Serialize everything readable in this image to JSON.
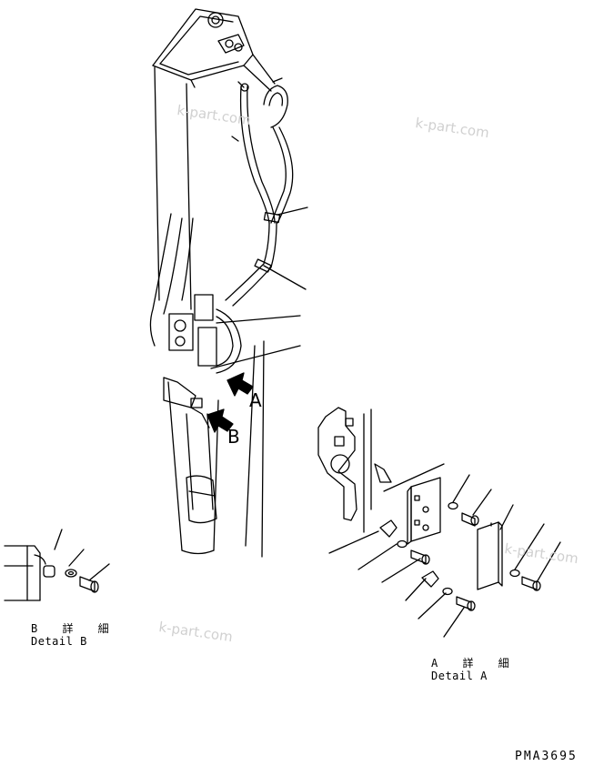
{
  "callouts": {
    "arrow_a": "A",
    "arrow_b": "B"
  },
  "detail_b": {
    "title_jp": "B 詳 細",
    "title_en": "Detail B"
  },
  "detail_a": {
    "title_jp": "A 詳 細",
    "title_en": "Detail A"
  },
  "drawing_code": "PMA3695",
  "watermark": "k-part.com",
  "colors": {
    "line": "#000000",
    "watermark": "#d0d0d0",
    "background": "#ffffff"
  }
}
